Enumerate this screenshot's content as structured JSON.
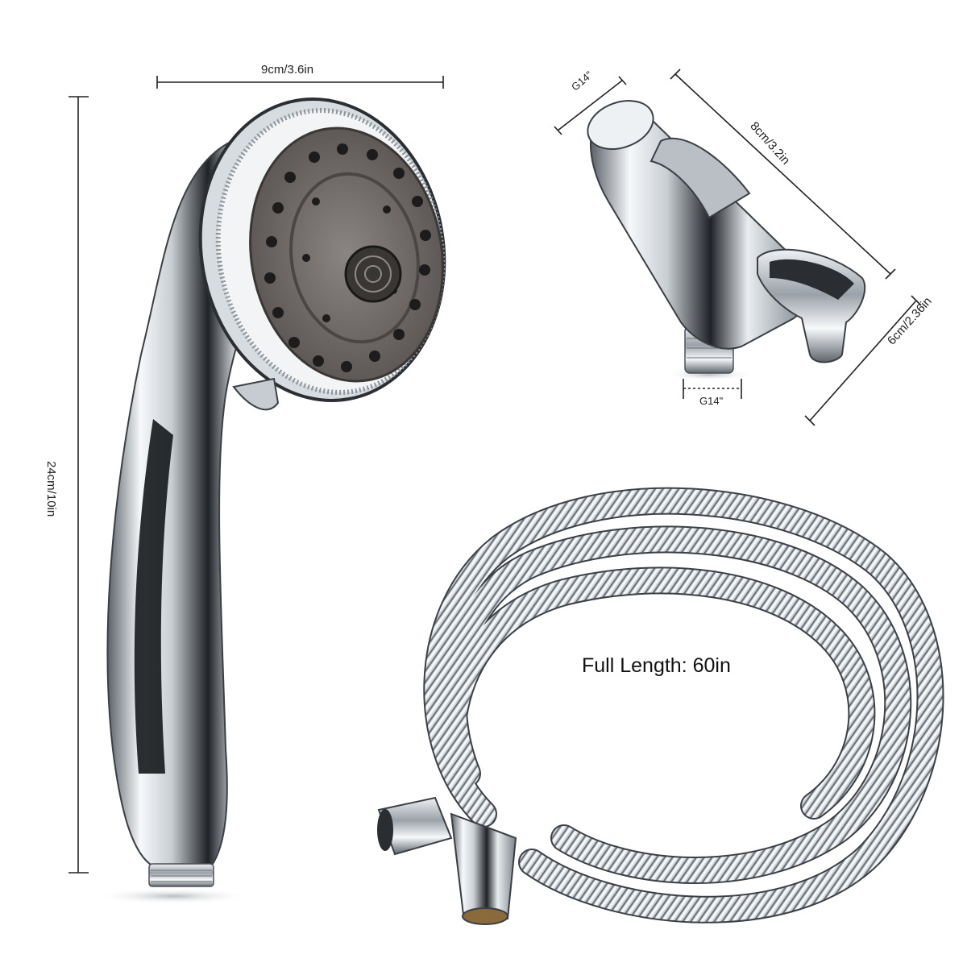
{
  "labels": {
    "head_width": "9cm/3.6in",
    "handle_length": "24cm/10in",
    "holder_top_thread": "G14\"",
    "holder_length": "8cm/3.2in",
    "holder_height": "6cm/2.36in",
    "holder_bottom_thread": "G14\"",
    "hose_length": "Full Length: 60in"
  },
  "colors": {
    "background": "#ffffff",
    "chrome_light": "#f4f6f8",
    "chrome_dark": "#2b2f33",
    "spray_face": "#6f6a68",
    "nozzle": "#1d1b1b",
    "dimension_line": "#222222"
  },
  "icons": [
    "shower-head",
    "shower-holder-bracket",
    "braided-hose"
  ]
}
